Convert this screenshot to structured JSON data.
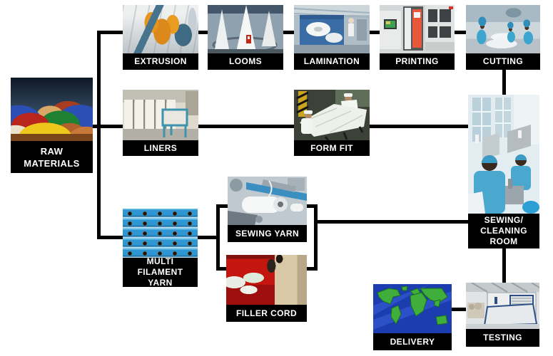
{
  "palette": {
    "background": "#ffffff",
    "connector_line": "#000000",
    "label_background": "#000000",
    "label_text": "#ffffff"
  },
  "nodes": {
    "raw_materials": {
      "label": "RAW\nMATERIALS"
    },
    "extrusion": {
      "label": "EXTRUSION"
    },
    "looms": {
      "label": "LOOMS"
    },
    "lamination": {
      "label": "LAMINATION"
    },
    "printing": {
      "label": "PRINTING"
    },
    "cutting": {
      "label": "CUTTING"
    },
    "liners": {
      "label": "LINERS"
    },
    "form_fit": {
      "label": "FORM FIT"
    },
    "sewing_cleaning_room": {
      "label": "SEWING/\nCLEANING ROOM"
    },
    "multi_filament_yarn": {
      "label": "MULTI FILAMENT\nYARN"
    },
    "sewing_yarn": {
      "label": "SEWING YARN"
    },
    "filler_cord": {
      "label": "FILLER CORD"
    },
    "delivery": {
      "label": "DELIVERY"
    },
    "testing": {
      "label": "TESTING"
    }
  },
  "connections": [
    {
      "from": "RAW MATERIALS",
      "to": "EXTRUSION"
    },
    {
      "from": "EXTRUSION",
      "to": "LOOMS"
    },
    {
      "from": "LOOMS",
      "to": "LAMINATION"
    },
    {
      "from": "LAMINATION",
      "to": "PRINTING"
    },
    {
      "from": "PRINTING",
      "to": "CUTTING"
    },
    {
      "from": "CUTTING",
      "to": "SEWING/CLEANING ROOM"
    },
    {
      "from": "RAW MATERIALS",
      "to": "LINERS"
    },
    {
      "from": "LINERS",
      "to": "FORM FIT"
    },
    {
      "from": "FORM FIT",
      "to": "SEWING/CLEANING ROOM"
    },
    {
      "from": "RAW MATERIALS",
      "to": "MULTI FILAMENT YARN"
    },
    {
      "from": "MULTI FILAMENT YARN",
      "to": "SEWING YARN"
    },
    {
      "from": "MULTI FILAMENT YARN",
      "to": "FILLER CORD"
    },
    {
      "from": "SEWING YARN",
      "to": "SEWING/CLEANING ROOM"
    },
    {
      "from": "FILLER CORD",
      "to": "SEWING/CLEANING ROOM"
    },
    {
      "from": "SEWING/CLEANING ROOM",
      "to": "TESTING"
    },
    {
      "from": "TESTING",
      "to": "DELIVERY"
    }
  ]
}
